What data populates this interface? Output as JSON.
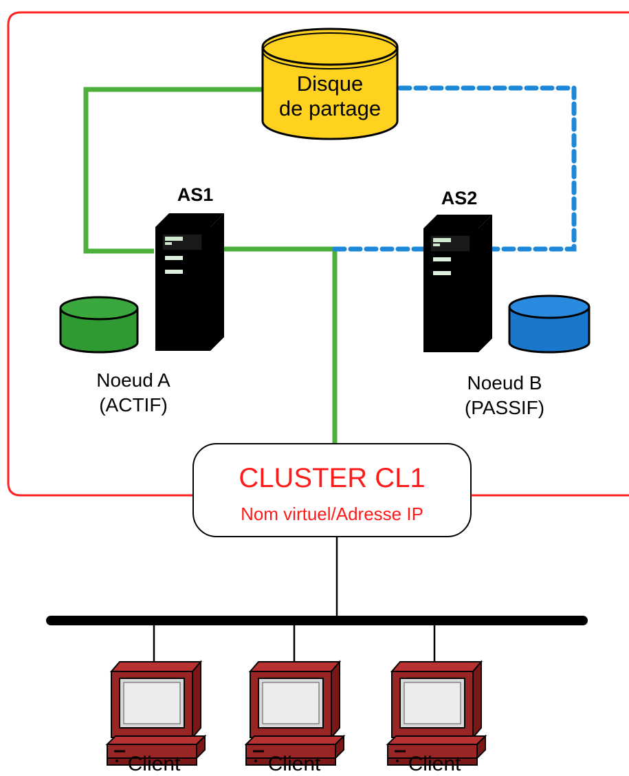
{
  "shared_disk": {
    "line1": "Disque",
    "line2": "de partage"
  },
  "node_a": {
    "server_name": "AS1",
    "title": "Noeud A",
    "state": "(ACTIF)"
  },
  "node_b": {
    "server_name": "AS2",
    "title": "Noeud B",
    "state": "(PASSIF)"
  },
  "cluster": {
    "name": "CLUSTER CL1",
    "subtitle": "Nom virtuel/Adresse IP"
  },
  "clients": [
    {
      "label": "Client"
    },
    {
      "label": "Client"
    },
    {
      "label": "Client"
    }
  ],
  "colors": {
    "cluster_border": "#ff2020",
    "active_link": "#4caf3c",
    "passive_link": "#1e88d8",
    "disk_fill": "#ffd21f",
    "node_a_fill": "#2f9a32",
    "node_b_fill": "#1a78cc",
    "client_fill": "#9a2525",
    "cluster_text": "#ff1a1a"
  }
}
